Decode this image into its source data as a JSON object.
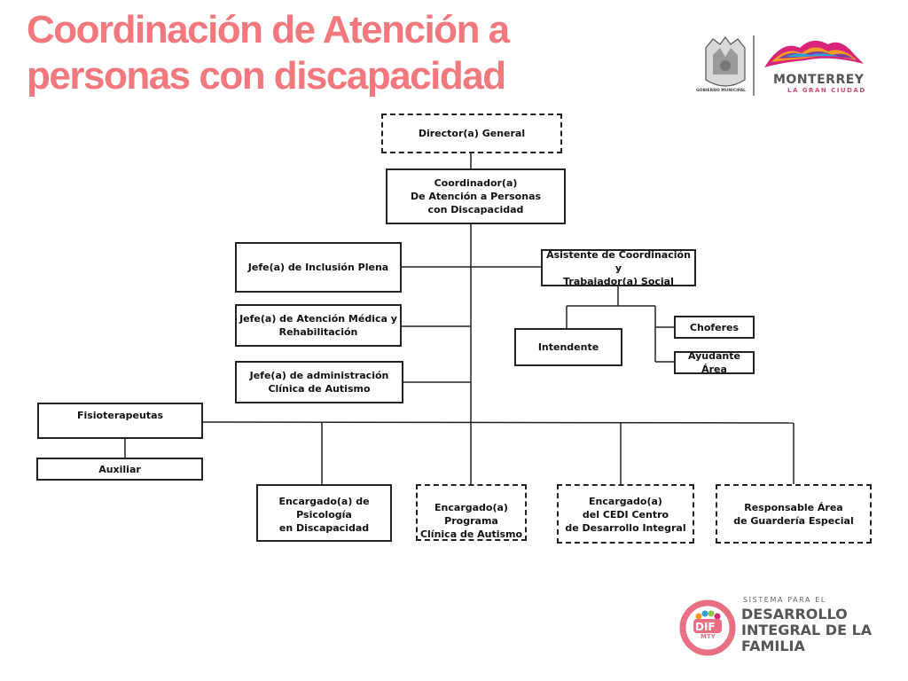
{
  "header": {
    "title": "Coordinación  de Atención a\npersonas con discapacidad"
  },
  "logos": {
    "municipal_seal_caption": "GOBIERNO MUNICIPAL",
    "city_name": "MONTERREY",
    "city_tagline": "LA GRAN CIUDAD",
    "dif_small": "SISTEMA PARA EL",
    "dif_name": "DESARROLLO\nINTEGRAL DE LA\nFAMILIA",
    "dif_badge": "DIF",
    "dif_badge_sub": "MTY",
    "icons": [
      "municipal-seal-icon",
      "monterrey-mountain-icon",
      "dif-family-icon"
    ]
  },
  "colors": {
    "title": "#f2787d",
    "dif_ring": "#e86f84"
  },
  "org_chart": {
    "director": "Director(a) General",
    "coordinator": "Coordinador(a)\nDe Atención a Personas\ncon Discapacidad",
    "inclusion_chief": "Jefe(a) de Inclusión Plena",
    "medical_chief": "Jefe(a) de Atención Médica y\nRehabilitación",
    "autism_admin_chief": "Jefe(a) de administración\nClínica de Autismo",
    "assistant": "Asistente de Coordinación y\nTrabajador(a) Social",
    "intendente": "Intendente",
    "choferes": "Choferes",
    "ayudante": "Ayudante Área",
    "fisioterapeutas": "Fisioterapeutas",
    "auxiliar": "Auxiliar",
    "psicologia": "Encargado(a) de Psicología\nen Discapacidad",
    "programa_autismo": "Encargado(a) Programa\nClínica de Autismo",
    "cedi": "Encargado(a)\ndel CEDI Centro\nde Desarrollo Integral",
    "guarderia": "Responsable Área\nde Guardería Especial"
  }
}
